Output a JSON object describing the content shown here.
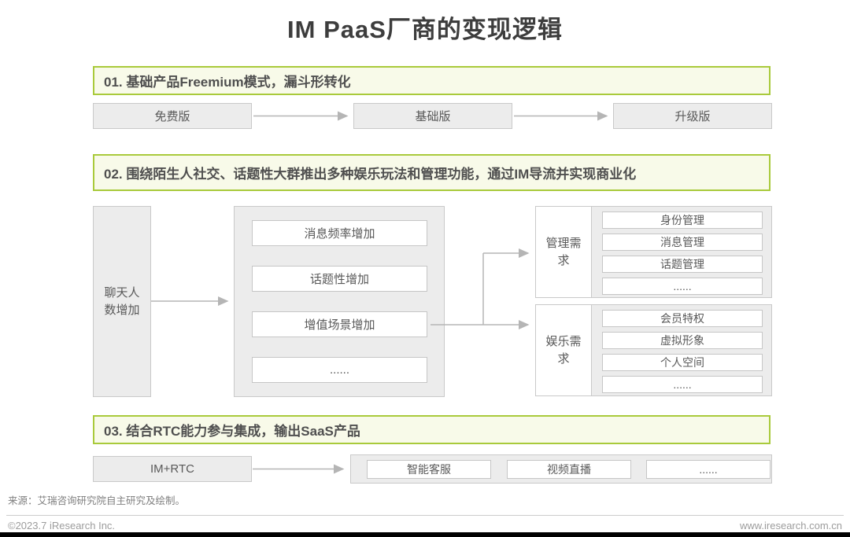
{
  "title": "IM PaaS厂商的变现逻辑",
  "colors": {
    "accent_green": "#a9ca3b",
    "section_bg": "#f8fae9",
    "box_fill": "#ececec",
    "box_border": "#c9c9c9",
    "heading_text": "#4f4f4f",
    "box_text": "#595959",
    "connector_gray": "#b5b5b5"
  },
  "section1": {
    "heading": "01. 基础产品Freemium模式，漏斗形转化",
    "steps": [
      "免费版",
      "基础版",
      "升级版"
    ]
  },
  "section2": {
    "heading": "02. 围绕陌生人社交、话题性大群推出多种娱乐玩法和管理功能，通过IM导流并实现商业化",
    "source_box": "聊天人数增加",
    "middle_items": [
      "消息频率增加",
      "话题性增加",
      "增值场景增加",
      "......"
    ],
    "groups": [
      {
        "label": "管理需求",
        "items": [
          "身份管理",
          "消息管理",
          "话题管理",
          "......"
        ]
      },
      {
        "label": "娱乐需求",
        "items": [
          "会员特权",
          "虚拟形象",
          "个人空间",
          "......"
        ]
      }
    ]
  },
  "section3": {
    "heading": "03. 结合RTC能力参与集成，输出SaaS产品",
    "source_box": "IM+RTC",
    "items": [
      "智能客服",
      "视频直播",
      "......"
    ]
  },
  "footer": {
    "source_note": "来源：艾瑞咨询研究院自主研究及绘制。",
    "copyright": "©2023.7 iResearch Inc.",
    "website": "www.iresearch.com.cn"
  }
}
